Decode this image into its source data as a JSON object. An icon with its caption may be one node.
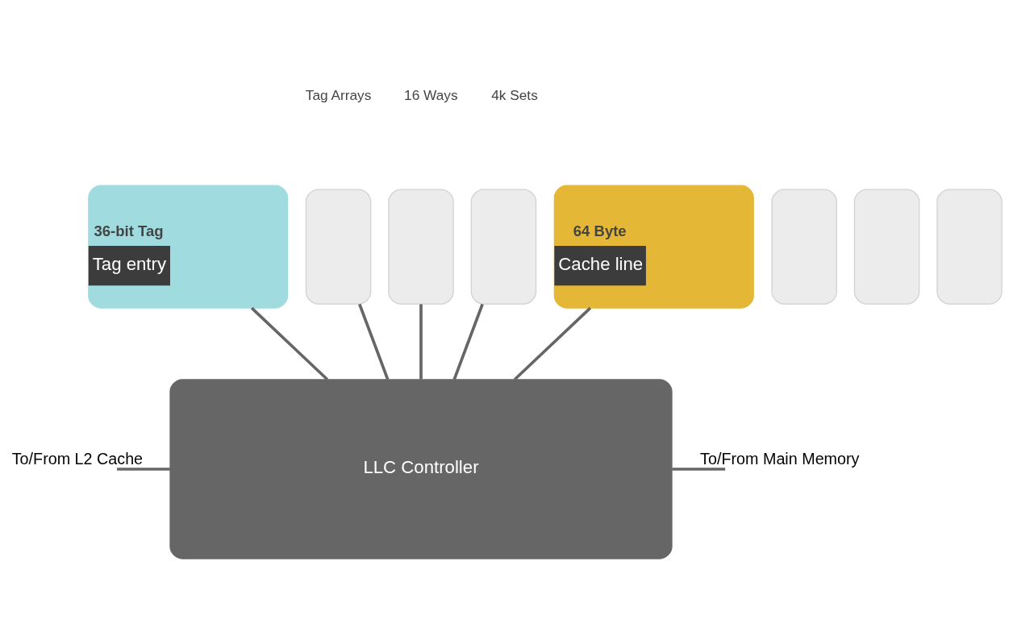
{
  "diagram": {
    "nodes": [
      {
        "text": [
          "36-bit Tag",
          "Tag entry"
        ]
      },
      {
        "text": [],
        "shape": "box"
      },
      {
        "text": [],
        "shape": "box"
      },
      {
        "text": [],
        "shape": "box"
      },
      {
        "text": [
          "64 Byte",
          "Cache line"
        ]
      },
      {
        "text": [],
        "shape": "box"
      },
      {
        "text": [],
        "shape": "box"
      },
      {
        "text": [],
        "shape": "box"
      },
      {
        "text": [
          "LLC Controller"
        ]
      }
    ],
    "edges": [
      {
        "from": 0,
        "to": 8,
        "arrow": "none"
      },
      {
        "from": 1,
        "to": 8,
        "arrow": "none"
      },
      {
        "from": 2,
        "to": 8,
        "arrow": "none"
      },
      {
        "from": 3,
        "to": 8,
        "arrow": "none"
      },
      {
        "from": 4,
        "to": 8,
        "arrow": "none"
      },
      {
        "from": null,
        "to": 8,
        "arrow": "none",
        "label": "To/From L2 Cache"
      },
      {
        "from": 8,
        "to": null,
        "arrow": "none",
        "label": "To/From Main Memory"
      }
    ],
    "labels": [
      "Tag Arrays",
      "16 Ways",
      "4k Sets"
    ]
  }
}
